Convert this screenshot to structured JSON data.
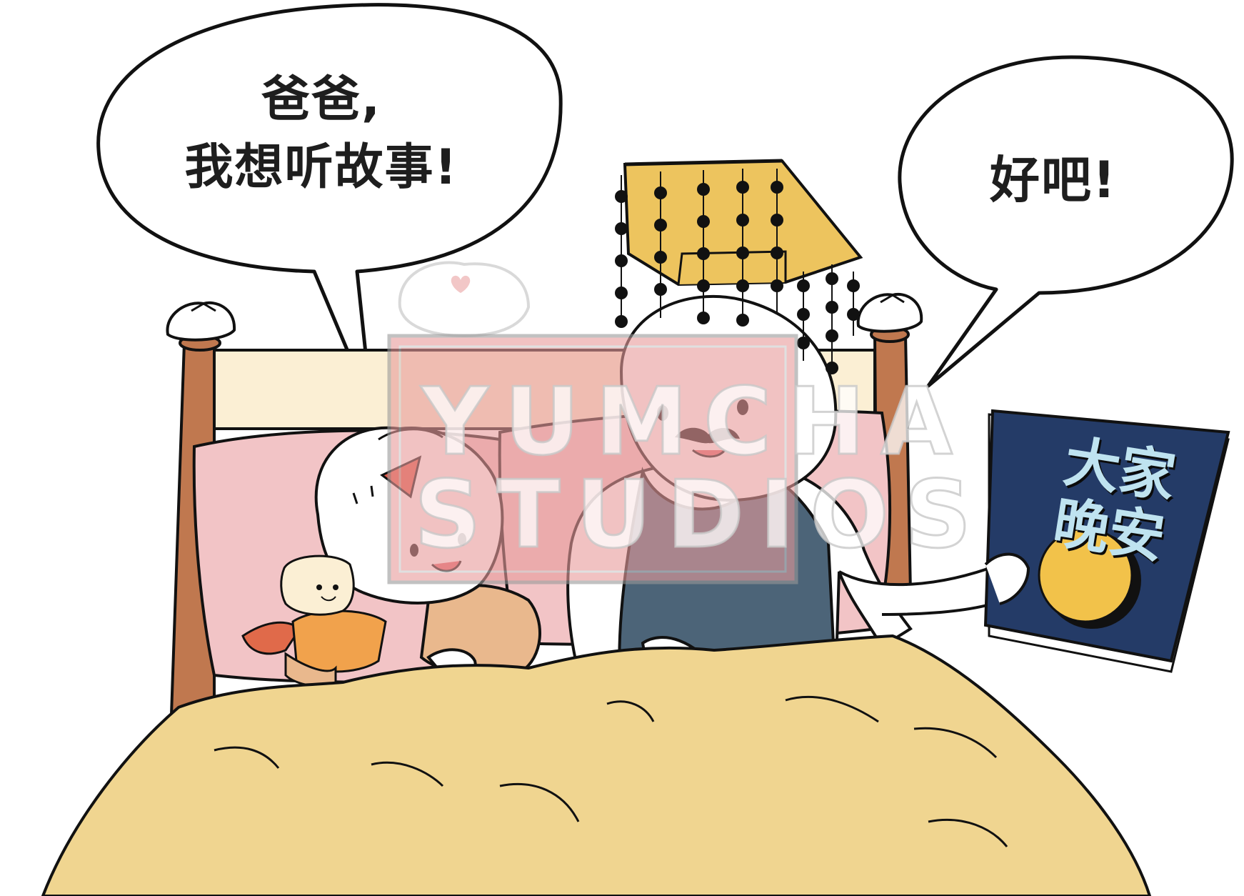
{
  "speech": {
    "kid_line1": "爸爸,",
    "kid_line2": "我想听故事!",
    "dad_line": "好吧!"
  },
  "book": {
    "title_line1": "大家",
    "title_line2": "晚安"
  },
  "watermark": {
    "line1": "YUMCHA",
    "line2": "STUDIOS"
  },
  "colors": {
    "blanket": "#f0d590",
    "pillow": "#f2c4c6",
    "headboard": "#fbefd4",
    "bed_post": "#c0784f",
    "book_cover": "#243b67",
    "book_moon": "#f2c24a",
    "tank_top": "#4c6478",
    "kid_shirt": "#e9b88d",
    "crown_gold": "#edc45e",
    "watermark_red": "#e89b9b"
  }
}
